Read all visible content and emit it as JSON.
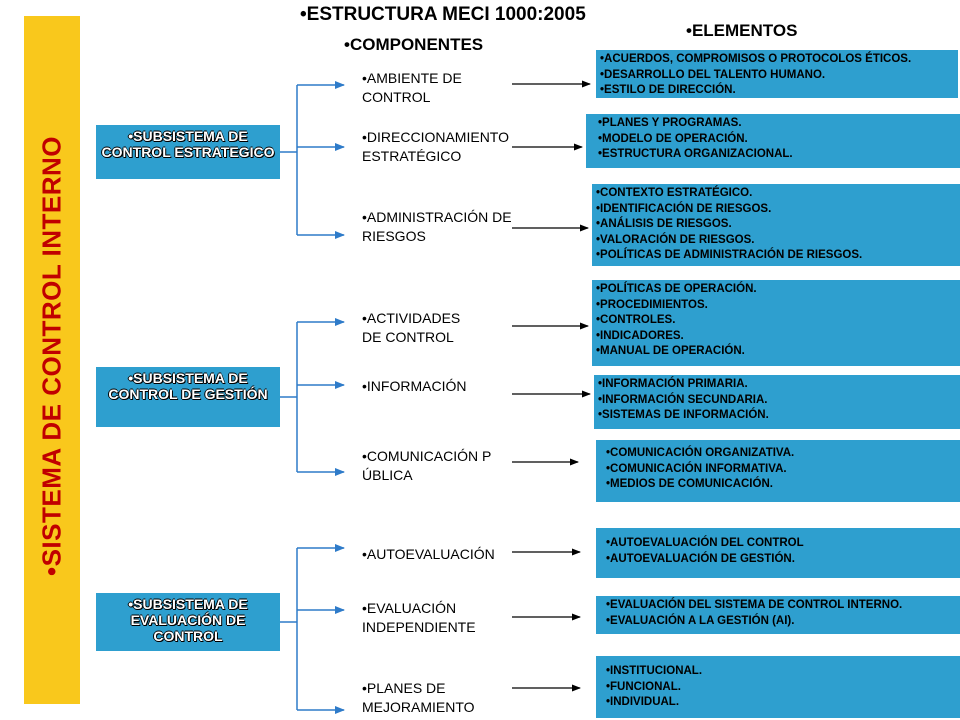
{
  "main_title": "ESTRUCTURA MECI 1000:2005",
  "side_title": "SISTEMA DE CONTROL INTERNO",
  "header_componentes": "COMPONENTES",
  "header_elementos": "ELEMENTOS",
  "colors": {
    "side_bar": "#f9c81c",
    "side_text": "#c00000",
    "box": "#2e9fcf",
    "connector": "#2e7bc9"
  },
  "subsystems": [
    {
      "label": "SUBSISTEMA DE CONTROL ESTRATEGICO",
      "components": [
        {
          "label": "AMBIENTE DE CONTROL",
          "elements": [
            "ACUERDOS, COMPROMISOS O PROTOCOLOS ÉTICOS.",
            "DESARROLLO DEL TALENTO HUMANO.",
            "ESTILO DE DIRECCIÓN."
          ]
        },
        {
          "label": "DIRECCIONAMIENTO ESTRATÉGICO",
          "elements": [
            "PLANES Y PROGRAMAS.",
            "MODELO DE OPERACIÓN.",
            "ESTRUCTURA ORGANIZACIONAL."
          ]
        },
        {
          "label": "ADMINISTRACIÓN DE RIESGOS",
          "elements": [
            "CONTEXTO ESTRATÉGICO.",
            "IDENTIFICACIÓN DE RIESGOS.",
            "ANÁLISIS DE RIESGOS.",
            "VALORACIÓN DE RIESGOS.",
            "POLÍTICAS DE ADMINISTRACIÓN DE RIESGOS."
          ]
        }
      ]
    },
    {
      "label": "SUBSISTEMA DE CONTROL DE GESTIÓN",
      "components": [
        {
          "label": "ACTIVIDADES DE CONTROL",
          "elements": [
            "POLÍTICAS DE OPERACIÓN.",
            "PROCEDIMIENTOS.",
            "CONTROLES.",
            "INDICADORES.",
            "MANUAL DE OPERACIÓN."
          ]
        },
        {
          "label": "INFORMACIÓN",
          "elements": [
            "INFORMACIÓN PRIMARIA.",
            "INFORMACIÓN SECUNDARIA.",
            "SISTEMAS DE INFORMACIÓN."
          ]
        },
        {
          "label": "COMUNICACIÓN PÚBLICA",
          "elements": [
            "COMUNICACIÓN ORGANIZATIVA.",
            "COMUNICACIÓN INFORMATIVA.",
            "MEDIOS DE COMUNICACIÓN."
          ]
        }
      ]
    },
    {
      "label": "SUBSISTEMA DE EVALUACIÓN DE CONTROL",
      "components": [
        {
          "label": "AUTOEVALUACIÓN",
          "elements": [
            "AUTOEVALUACIÓN DEL CONTROL",
            "AUTOEVALUACIÓN DE GESTIÓN."
          ]
        },
        {
          "label": "EVALUACIÓN INDEPENDIENTE",
          "elements": [
            "EVALUACIÓN DEL SISTEMA DE CONTROL INTERNO.",
            "EVALUACIÓN A LA GESTIÓN (AI)."
          ]
        },
        {
          "label": "PLANES DE MEJORAMIENTO",
          "elements": [
            "INSTITUCIONAL.",
            "FUNCIONAL.",
            "INDIVIDUAL."
          ]
        }
      ]
    }
  ]
}
